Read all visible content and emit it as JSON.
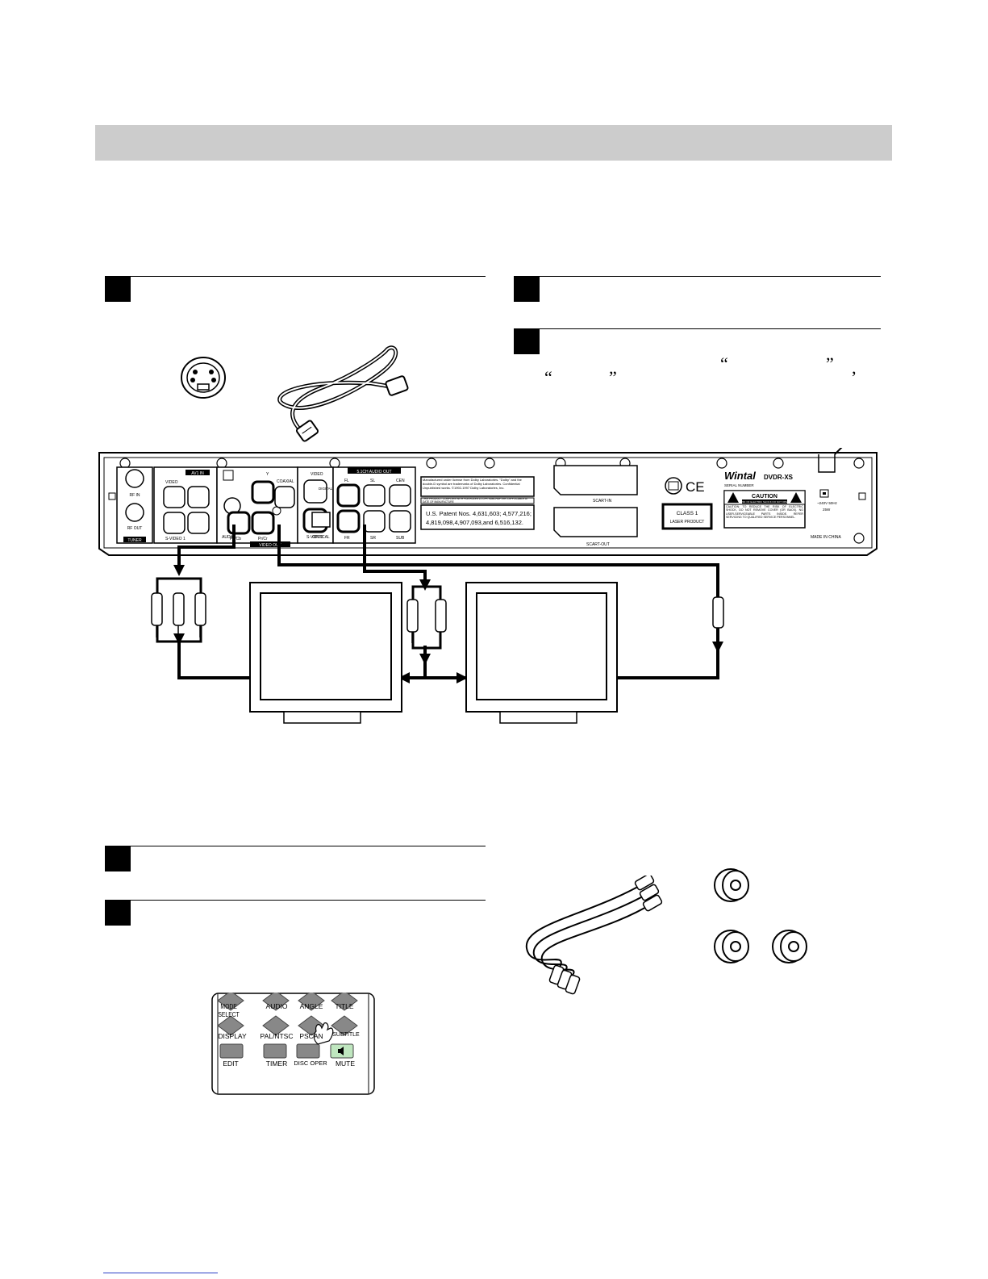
{
  "rear_panel": {
    "section_labels": {
      "av_in": "AV1 IN",
      "tuner": "TUNER",
      "video_out": "VIDEO OUT",
      "audio_51": "5.1CH AUDIO OUT"
    },
    "jacks": {
      "rf_in": "RF IN",
      "rf_out": "RF OUT",
      "video_in": "VIDEO",
      "svideo_in": "S-VIDEO 1",
      "audio": "AUDIO",
      "y": "Y",
      "pb": "Pb/Cb",
      "pr": "Pr/Cr",
      "coaxial": "COAXIAL",
      "video_out": "VIDEO",
      "svideo_out": "S-VIDEO",
      "digital_audio_out": "DIGITAL AUDIO OUT",
      "optical": "OPTICAL",
      "fl": "FL",
      "sl": "SL",
      "cen": "CEN",
      "fr": "FR",
      "sr": "SR",
      "sub": "SUB",
      "scart_in": "SCART-IN",
      "scart_out": "SCART-OUT"
    },
    "dolby_text": "Manufactured under license from Dolby Laboratories. \"Dolby\" and the double-D symbol are trademarks of Dolby Laboratories. Confidential Unpublished works. ©1992-1997 Dolby Laboratories, Inc.",
    "compliance_text": "THIS PRODUCT COMPLIES WITH FDA RULES 21 CFR SUBCHAPTER J APPLICABLE AT DATE OF MANUFACTURE",
    "patent_line1": "U.S. Patent Nos. 4,631,603; 4,577,216;",
    "patent_line2": "4,819,098,4,907,093,and 6,516,132.",
    "brand": "Wintal",
    "model": "DVDR-XS",
    "serial_label": "SERIAL NUMBER",
    "ce_mark": "CE",
    "laser_line1": "CLASS 1",
    "laser_line2": "LASER PRODUCT",
    "caution_title": "CAUTION",
    "caution_sub": "RISK OF ELECTRIC SHOCK DO NOT OPEN",
    "caution_body": "CAUTION: TO REDUCE THE RISK OF ELECTRIC SHOCK, DO NOT REMOVE COVER (OR BACK). NO USER-SERVICEABLE PARTS INSIDE. REFER SERVICING TO QUALIFIED SERVICE PERSONNEL.",
    "power_line1": "~240V 50Hz",
    "power_line2": "25W",
    "made_in": "MADE IN CHINA"
  },
  "remote": {
    "row1": [
      "MODE SELECT",
      "AUDIO",
      "ANGLE",
      "TITLE"
    ],
    "row2": [
      "DISPLAY",
      "PAL/NTSC",
      "PSCAN",
      "SUBTITLE"
    ],
    "row3": [
      "EDIT",
      "TIMER",
      "DISC OPER",
      "MUTE"
    ]
  },
  "colors": {
    "header_band": "#cccccc",
    "mute_button": "#bfe6bf",
    "link": "#2b3fc7"
  }
}
